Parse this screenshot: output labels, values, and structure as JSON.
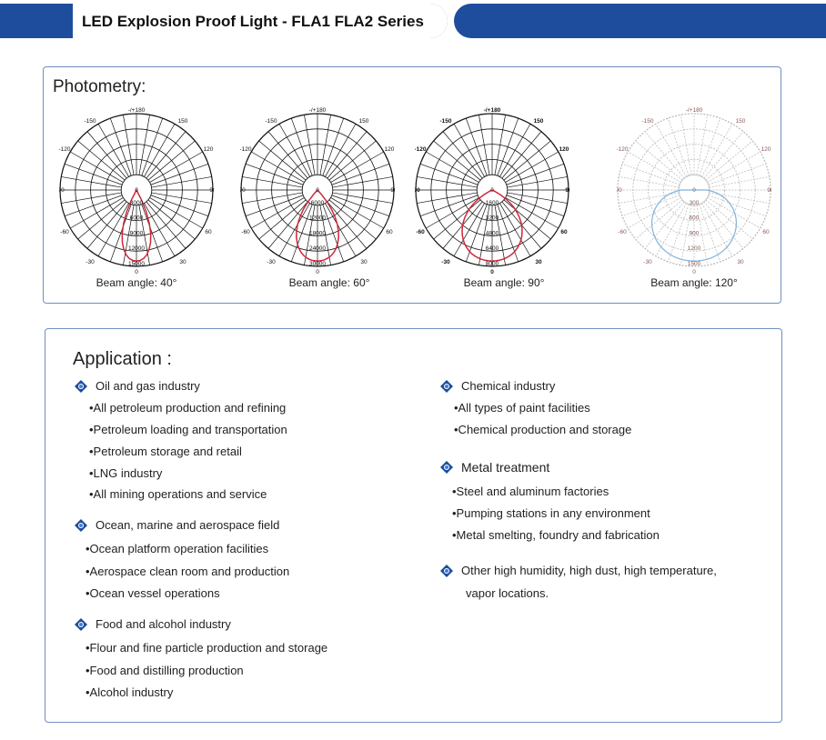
{
  "header": {
    "title": "LED Explosion Proof Light - FLA1 FLA2 Series"
  },
  "photometry": {
    "title": "Photometry:",
    "diagrams": [
      {
        "beam_label": "Beam angle: 40°",
        "angles": {
          "top": "-/+180",
          "upper_left": "-150",
          "upper_right": "150",
          "mid_upper_left": "-120",
          "mid_upper_right": "120",
          "left": "-90",
          "right": "90",
          "lower_left": "-60",
          "lower_right": "60",
          "bottom_left": "-30",
          "bottom_right": "30",
          "bottom": "0"
        },
        "center": "0",
        "rings": [
          "3000",
          "6000",
          "9000",
          "12000",
          "15000"
        ],
        "color": "#d0263b"
      },
      {
        "beam_label": "Beam angle: 60°",
        "angles": {
          "top": "-/+180",
          "upper_left": "-150",
          "upper_right": "150",
          "mid_upper_left": "-120",
          "mid_upper_right": "120",
          "left": "-90",
          "right": "90",
          "lower_left": "-60",
          "lower_right": "60",
          "bottom_left": "-30",
          "bottom_right": "30",
          "bottom": "0"
        },
        "center": "0",
        "rings": [
          "6000",
          "12000",
          "18000",
          "24000",
          "30000"
        ],
        "color": "#d0263b"
      },
      {
        "beam_label": "Beam angle: 90°",
        "angles": {
          "top": "-/+180",
          "upper_left": "-150",
          "upper_right": "150",
          "mid_upper_left": "-120",
          "mid_upper_right": "120",
          "left": "-90",
          "right": "90",
          "lower_left": "-60",
          "lower_right": "60",
          "bottom_left": "-30",
          "bottom_right": "30",
          "bottom": "0"
        },
        "center": "0",
        "rings": [
          "1600",
          "3200",
          "4800",
          "6400",
          "8000"
        ],
        "color": "#d0263b"
      },
      {
        "beam_label": "Beam angle: 120°",
        "angles": {
          "top": "-/+180",
          "upper_left": "-150",
          "upper_right": "150",
          "mid_upper_left": "-120",
          "mid_upper_right": "120",
          "left": "-90",
          "right": "90",
          "lower_left": "-60",
          "lower_right": "60",
          "bottom_left": "-30",
          "bottom_right": "30",
          "bottom": "0"
        },
        "center": "0",
        "rings": [
          "300",
          "600",
          "900",
          "1200",
          "1500"
        ],
        "color": "#7fb4dc"
      }
    ]
  },
  "application": {
    "title": "Application :",
    "left": {
      "oil": {
        "title": "Oil and gas industry",
        "items": [
          "•All petroleum production and refining",
          "•Petroleum loading and transportation",
          "•Petroleum storage and retail",
          "•LNG industry",
          "•All mining operations and service"
        ]
      },
      "ocean": {
        "title": "Ocean, marine and aerospace field",
        "items": [
          "•Ocean platform operation facilities",
          "•Aerospace clean room and production",
          "•Ocean vessel operations"
        ]
      },
      "food": {
        "title": "Food and alcohol industry",
        "items": [
          "•Flour and fine particle production and storage",
          "•Food and distilling production",
          "•Alcohol industry"
        ]
      }
    },
    "right": {
      "chemical": {
        "title": "Chemical industry",
        "items": [
          "•All types of paint facilities",
          "•Chemical production and storage"
        ]
      },
      "metal": {
        "title": "Metal treatment",
        "items": [
          "•Steel and aluminum factories",
          "•Pumping stations in any environment",
          "•Metal smelting, foundry and fabrication"
        ]
      },
      "other": {
        "title": "Other high humidity, high dust,  high temperature,",
        "continuation": "vapor locations."
      }
    }
  },
  "colors": {
    "brand_blue": "#1d4d9c",
    "panel_border": "#6f8fc2"
  }
}
